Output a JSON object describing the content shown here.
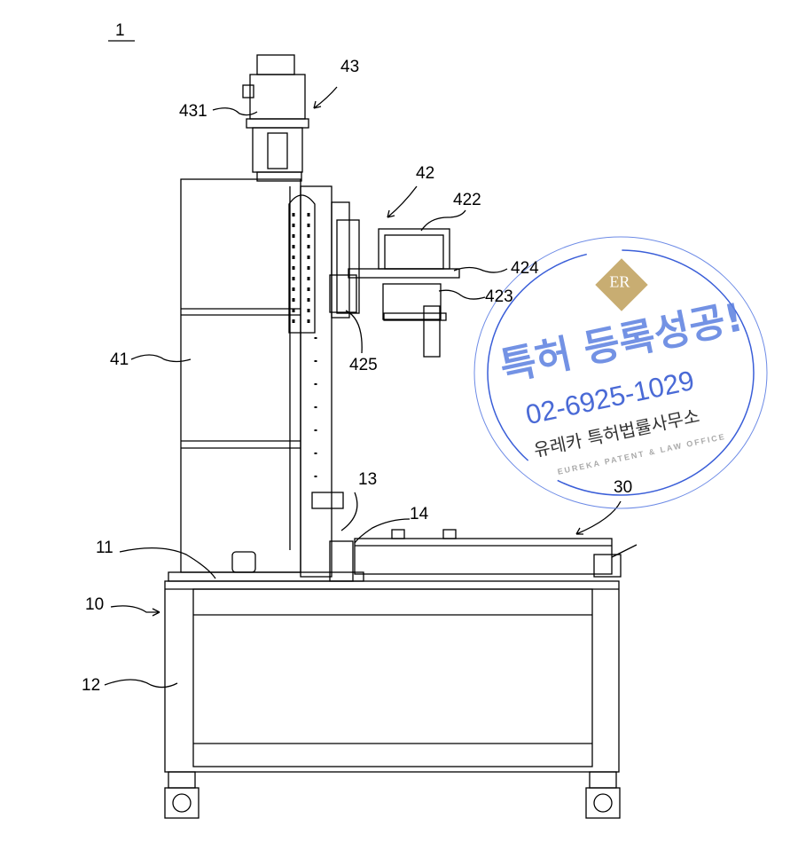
{
  "figure_number": "1",
  "labels": {
    "l43": "43",
    "l431": "431",
    "l42": "42",
    "l422": "422",
    "l424": "424",
    "l423": "423",
    "l425": "425",
    "l41": "41",
    "l13": "13",
    "l14": "14",
    "l30": "30",
    "l11": "11",
    "l10": "10",
    "l12": "12"
  },
  "stamp": {
    "logo": "ER",
    "headline": "특허 등록성공!",
    "phone": "02-6925-1029",
    "firm_name": "유레카 특허법률사무소",
    "firm_name_en": "EUREKA PATENT & LAW OFFICE",
    "color": "#4a6ad6"
  }
}
